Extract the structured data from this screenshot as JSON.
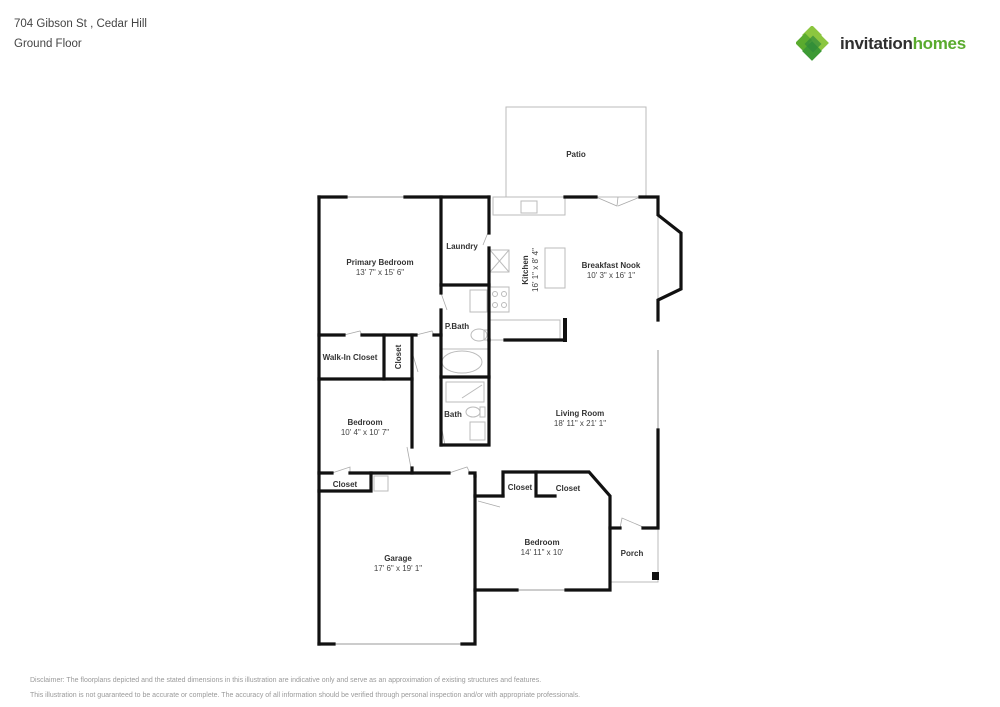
{
  "header": {
    "address": "704 Gibson St , Cedar Hill",
    "floor": "Ground Floor"
  },
  "logo": {
    "word1": "invitation",
    "word2": "homes",
    "colors": {
      "dark": "#2f2f2f",
      "green": "#5aab2e",
      "light_green": "#8cc63f"
    }
  },
  "rooms": {
    "patio": {
      "name": "Patio"
    },
    "primary_bedroom": {
      "name": "Primary Bedroom",
      "dims": "13' 7\" x 15' 6\""
    },
    "laundry": {
      "name": "Laundry"
    },
    "kitchen": {
      "name": "Kitchen",
      "dims": "16' 1\" x 8' 4\""
    },
    "breakfast_nook": {
      "name": "Breakfast Nook",
      "dims": "10' 3\" x 16' 1\""
    },
    "pbath": {
      "name": "P.Bath"
    },
    "walk_in_closet": {
      "name": "Walk-In Closet"
    },
    "closet_vertical": {
      "name": "Closet"
    },
    "bath": {
      "name": "Bath"
    },
    "bedroom_left": {
      "name": "Bedroom",
      "dims": "10' 4\" x 10' 7\""
    },
    "living_room": {
      "name": "Living Room",
      "dims": "18' 11\" x 21' 1\""
    },
    "closet_left": {
      "name": "Closet"
    },
    "closet_small": {
      "name": "Closet"
    },
    "closet_angled": {
      "name": "Closet"
    },
    "garage": {
      "name": "Garage",
      "dims": "17' 6\" x 19' 1\""
    },
    "bedroom_bottom": {
      "name": "Bedroom",
      "dims": "14' 11\" x 10'"
    },
    "porch": {
      "name": "Porch"
    }
  },
  "disclaimer": {
    "line1": "Disclaimer: The floorplans depicted and the stated dimensions in this illustration are indicative only and serve as an approximation of existing structures and features.",
    "line2": "This illustration is not guaranteed to be accurate or complete. The accuracy of all information should be verified through personal inspection and/or with appropriate professionals."
  }
}
